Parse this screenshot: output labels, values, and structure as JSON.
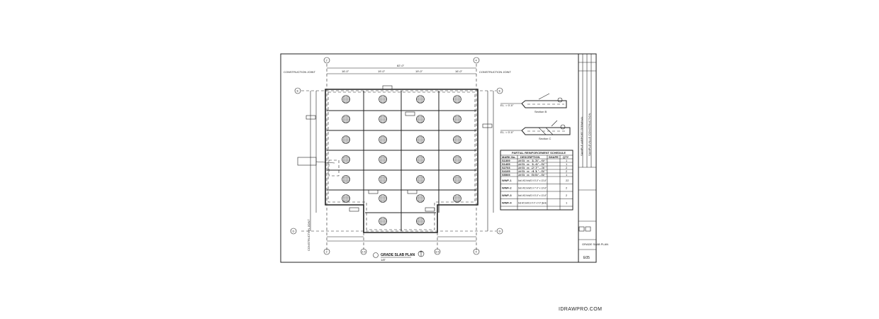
{
  "plan": {
    "title": "GRADE SLAB PLAN",
    "scale": "1/8\"",
    "sheet_number": "E05",
    "sheet_title": "GRADE SLAB PLAN",
    "construction_joint": "CONSTRUCTION JOINT",
    "grid_letters": [
      "E",
      "D"
    ],
    "grid_numbers": [
      "2",
      "4"
    ],
    "grid_sub": [
      "2.5",
      "3.5"
    ],
    "overall_dim": "82'-0\"",
    "bay_dims": [
      "16'-0\"",
      "19'-0\"",
      "19'-0\"",
      "16'-0\""
    ],
    "title_block_rotated": [
      "SAMPLE AIRPORT TERMINAL",
      "SAMPLEVILLE CONSTRUCTION"
    ]
  },
  "details": {
    "section_b": "Section B",
    "section_c": "Section C",
    "level_note": "EL. = 0'-0\""
  },
  "schedule": {
    "title": "PARTIAL REINFORCEMENT SCHEDULE",
    "headers": [
      "MARK No.",
      "DESCRIPTION",
      "SHAPE",
      "QTY"
    ],
    "rows": [
      {
        "mark": "S1309",
        "desc": "#5 x 13'-9\"",
        "qty": "1"
      },
      {
        "mark": "S1405",
        "desc": "#5 x 14'-5\"",
        "qty": "1"
      },
      {
        "mark": "S2703",
        "desc": "#5 x 27'-3\"",
        "qty": "2"
      },
      {
        "mark": "S4105",
        "desc": "#5 x 41'-5\"",
        "qty": "2"
      },
      {
        "mark": "S5505",
        "desc": "#5 x 55'-5\"",
        "qty": "1"
      },
      {
        "mark": "WWF-1",
        "desc": "6x6 W2.9xW2.9 5'-0\" x 13'-8\"",
        "qty": "22"
      },
      {
        "mark": "WWF-2",
        "desc": "6x6 W2.9xW2.9 7'-0\" x 13'-8\"",
        "qty": "2"
      },
      {
        "mark": "WWF-3",
        "desc": "6x6 W2.9xW2.9 5'-0\" x 13'-8\"",
        "qty": "2"
      },
      {
        "mark": "WWF-4",
        "desc": "6x6 W2.9xW2.9 0'-0\" x 0'-0\" (Bent)",
        "qty": "1"
      }
    ]
  },
  "watermark": "IDRAWPRO.COM"
}
